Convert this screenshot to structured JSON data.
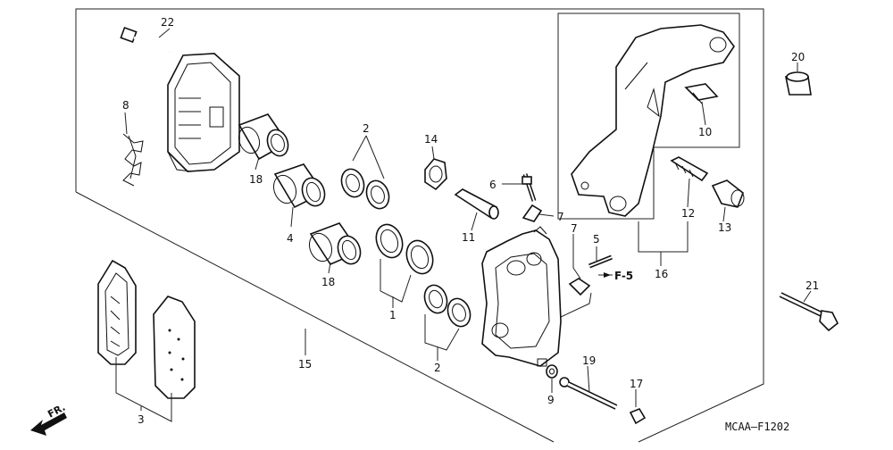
{
  "diagram": {
    "code": "MCAA—F1202",
    "direction": "FR.",
    "reference": "F-5",
    "labels": {
      "p1": "1",
      "p2a": "2",
      "p2b": "2",
      "p3": "3",
      "p4": "4",
      "p5": "5",
      "p6": "6",
      "p7a": "7",
      "p7b": "7",
      "p8": "8",
      "p9": "9",
      "p10": "10",
      "p11": "11",
      "p12": "12",
      "p13": "13",
      "p14": "14",
      "p15": "15",
      "p16": "16",
      "p17": "17",
      "p18a": "18",
      "p18b": "18",
      "p19": "19",
      "p20": "20",
      "p21": "21",
      "p22": "22"
    }
  }
}
